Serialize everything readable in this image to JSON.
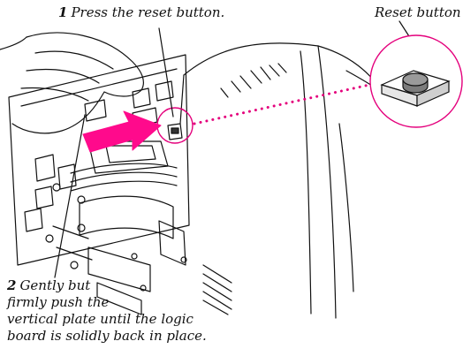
{
  "diagram": {
    "step1": {
      "number": "1",
      "text": "Press the reset button."
    },
    "reset_label": "Reset button",
    "step2": {
      "number": "2",
      "lines": [
        "Gently but",
        "firmly push the",
        "vertical plate until the logic",
        "board is solidly back in place."
      ]
    }
  },
  "colors": {
    "arrow": "#ff0a8c",
    "callout_dots": "#e4007c",
    "ink": "#111111",
    "button_top": "#9a9a9a"
  }
}
